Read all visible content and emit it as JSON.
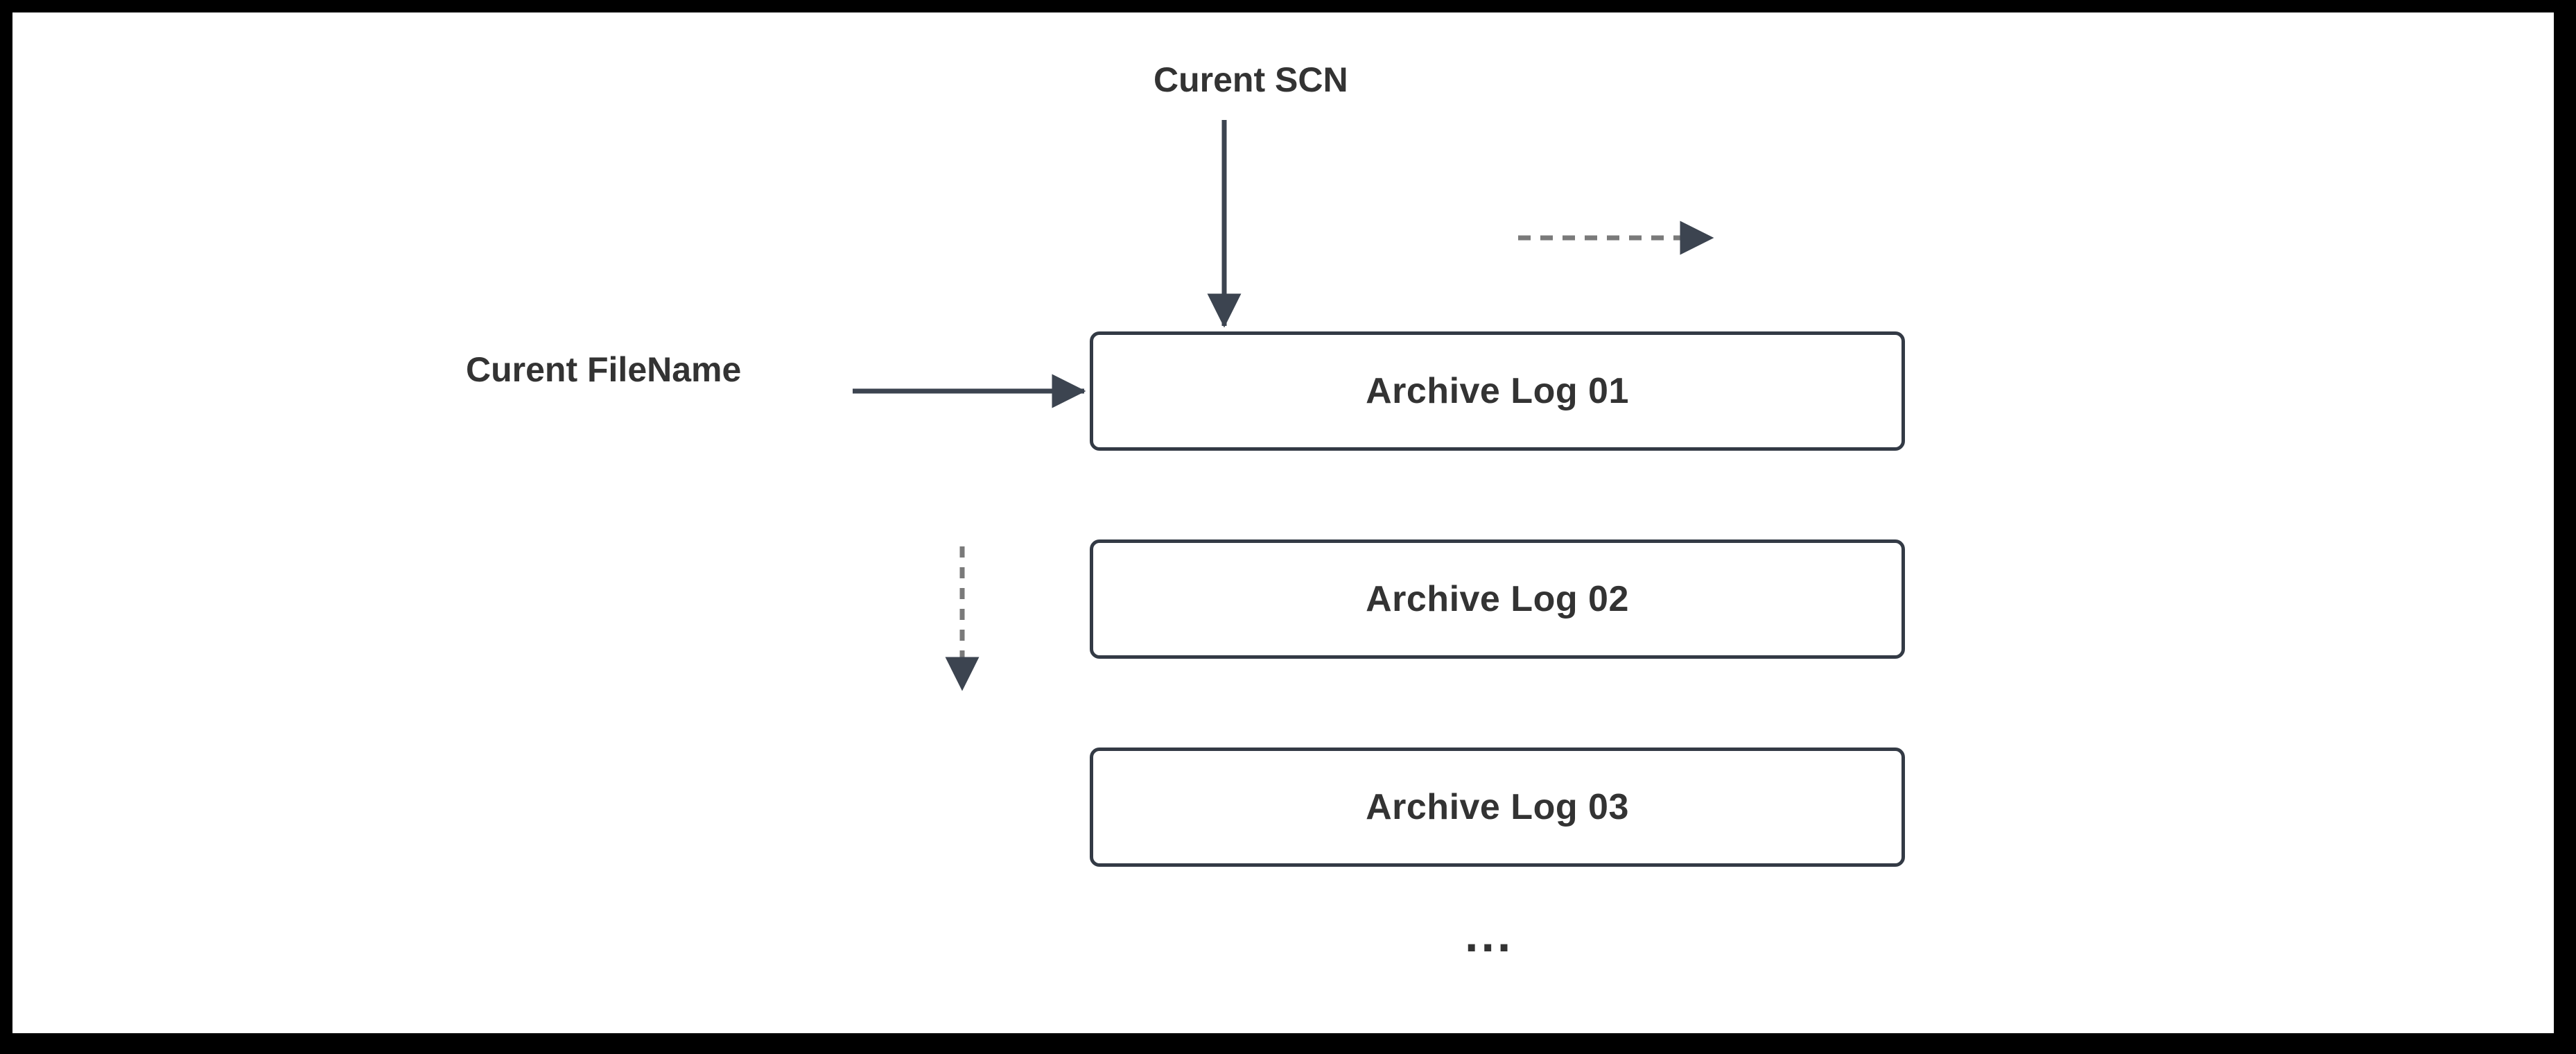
{
  "diagram": {
    "title_present": false,
    "background_color": "#ffffff",
    "frame_color": "#000000",
    "labels": {
      "current_scn": "Curent SCN",
      "current_filename": "Curent FileName"
    },
    "ellipsis": "...",
    "boxes": [
      {
        "id": "archive-log-01",
        "label": "Archive Log 01"
      },
      {
        "id": "archive-log-02",
        "label": "Archive Log 02"
      },
      {
        "id": "archive-log-03",
        "label": "Archive Log 03"
      }
    ],
    "connectors": [
      {
        "id": "scn-to-log01",
        "style": "solid",
        "direction": "down",
        "color": "#333a45",
        "from": "Curent SCN",
        "to": "Archive Log 01"
      },
      {
        "id": "filename-to-log01",
        "style": "solid",
        "direction": "right",
        "color": "#3c4450",
        "from": "Curent FileName",
        "to": "Archive Log 01"
      },
      {
        "id": "forward-progress-dashed",
        "style": "dashed",
        "direction": "right",
        "color": "#7a7a7a",
        "from": "",
        "to": ""
      },
      {
        "id": "downward-sequence-dashed",
        "style": "dashed",
        "direction": "down",
        "color": "#7a7a7a",
        "from": "",
        "to": ""
      }
    ],
    "colors": {
      "box_border": "#333a45",
      "box_fill": "#ffffff",
      "text": "#333333",
      "solid_arrow": "#3c4450",
      "dashed_arrow": "#7a7a7a"
    }
  }
}
